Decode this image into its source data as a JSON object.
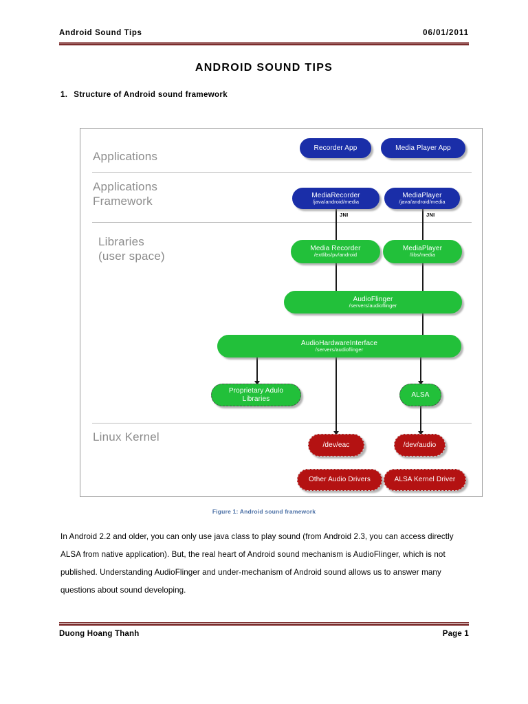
{
  "header": {
    "title": "Android Sound Tips",
    "date": "06/01/2011"
  },
  "document": {
    "title": "ANDROID SOUND TIPS",
    "section_number": "1.",
    "section_title": "Structure of Android sound framework",
    "figure_caption": "Figure 1: Android sound framework",
    "body_paragraph": "In Android 2.2 and older, you can only use java class to play sound (from Android 2.3, you can access directly ALSA from native application). But, the real heart of Android sound mechanism is AudioFlinger, which is not published. Understanding AudioFlinger and under-mechanism of Android sound allows us to answer many questions about sound developing."
  },
  "footer": {
    "author": "Duong Hoang Thanh",
    "page": "Page 1"
  },
  "colors": {
    "rule": "#7b2b2b",
    "layer_label": "#8c8c8c",
    "application_node": "#1a2ea8",
    "library_node": "#22c03a",
    "kernel_node": "#b41212",
    "caption": "#4a6fa5",
    "divider": "#bdbdbd"
  },
  "diagram": {
    "layers": [
      {
        "id": "applications",
        "label": "Applications"
      },
      {
        "id": "applications-framework",
        "label": "Applications\nFramework"
      },
      {
        "id": "libraries",
        "label": "Libraries\n(user space)"
      },
      {
        "id": "linux-kernel",
        "label": "Linux Kernel"
      }
    ],
    "nodes": [
      {
        "id": "recorder-app",
        "title": "Recorder App",
        "subtitle": "",
        "layer": "applications",
        "style": "blue"
      },
      {
        "id": "media-player-app",
        "title": "Media Player App",
        "subtitle": "",
        "layer": "applications",
        "style": "blue"
      },
      {
        "id": "mediarecorder",
        "title": "MediaRecorder",
        "subtitle": "/java/android/media",
        "layer": "applications-framework",
        "style": "blue"
      },
      {
        "id": "mediaplayer-java",
        "title": "MediaPlayer",
        "subtitle": "/java/android/media",
        "layer": "applications-framework",
        "style": "blue"
      },
      {
        "id": "media-recorder-native",
        "title": "Media Recorder",
        "subtitle": "/extlibs/pv/android",
        "layer": "libraries",
        "style": "green"
      },
      {
        "id": "mediaplayer-native",
        "title": "MediaPlayer",
        "subtitle": "/libs/media",
        "layer": "libraries",
        "style": "green"
      },
      {
        "id": "audioflinger",
        "title": "AudioFlinger",
        "subtitle": "/servers/audioflinger",
        "layer": "libraries",
        "style": "green"
      },
      {
        "id": "audiohardwareinterface",
        "title": "AudioHardwareInterface",
        "subtitle": "/servers/audioflinger",
        "layer": "libraries",
        "style": "green"
      },
      {
        "id": "proprietary-audio-libraries",
        "title": "Proprietary Adulo",
        "subtitle": "Libraries",
        "layer": "libraries",
        "style": "green-dashed"
      },
      {
        "id": "alsa",
        "title": "ALSA",
        "subtitle": "",
        "layer": "libraries",
        "style": "green-dashed"
      },
      {
        "id": "dev-eac",
        "title": "/dev/eac",
        "subtitle": "",
        "layer": "linux-kernel",
        "style": "red"
      },
      {
        "id": "dev-audio",
        "title": "/dev/audio",
        "subtitle": "",
        "layer": "linux-kernel",
        "style": "red"
      },
      {
        "id": "other-audio-drivers",
        "title": "Other Audio Drivers",
        "subtitle": "",
        "layer": "linux-kernel",
        "style": "red"
      },
      {
        "id": "alsa-kernel-driver",
        "title": "ALSA Kernel Driver",
        "subtitle": "",
        "layer": "linux-kernel",
        "style": "red"
      }
    ],
    "edge_labels": {
      "jni_left": "JNI",
      "jni_right": "JNI"
    }
  }
}
